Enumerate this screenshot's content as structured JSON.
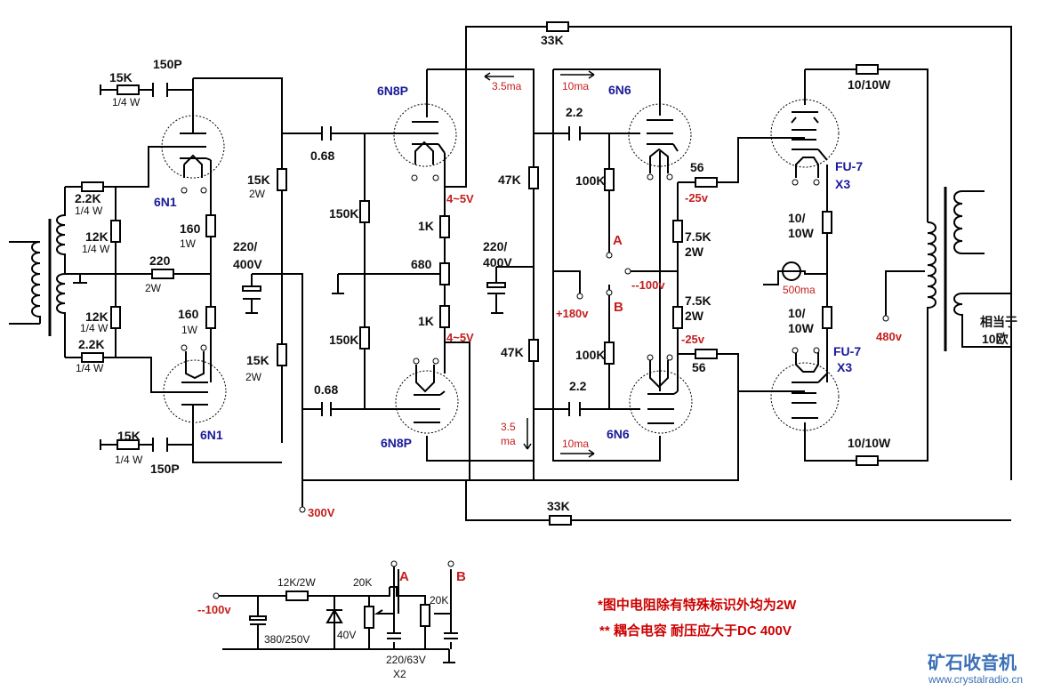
{
  "title": "6N1 / 6N8P / 6N6 / FU-7 push-pull amplifier schematic",
  "input_stage": {
    "tube": "6N1",
    "grid_stopper_top": {
      "value": "15K",
      "power": "1/4 W"
    },
    "cap_top": "150P",
    "grid_stopper_bottom": {
      "value": "15K",
      "power": "1/4 W"
    },
    "cap_bottom": "150P",
    "grid_r_top": {
      "value": "2.2K",
      "power": "1/4 W"
    },
    "grid_leak_top": {
      "value": "12K",
      "power": "1/4 W"
    },
    "grid_leak_bottom": {
      "value": "12K",
      "power": "1/4 W"
    },
    "grid_r_bottom": {
      "value": "2.2K",
      "power": "1/4 W"
    },
    "cathode_shared": {
      "value": "220",
      "power": "2W"
    },
    "cathode_top": {
      "value": "160",
      "power": "1W"
    },
    "cathode_bottom": {
      "value": "160",
      "power": "1W"
    },
    "plate_load_top": {
      "value": "15K",
      "power": "2W"
    },
    "plate_load_bottom": {
      "value": "15K",
      "power": "2W"
    },
    "decoupling_cap": {
      "line1": "220/",
      "line2": "400V"
    }
  },
  "driver_stage": {
    "tube": "6N8P",
    "coupling_cap_top": "0.68",
    "coupling_cap_bottom": "0.68",
    "grid_leak_top": "150K",
    "grid_leak_bottom": "150K",
    "cathode_top": "1K",
    "cathode_pot": "680",
    "cathode_bottom": "1K",
    "cathode_voltage_top": "4~5V",
    "cathode_voltage_bottom": "4~5V",
    "plate_load_top": "47K",
    "plate_load_bottom": "47K",
    "current_top": "3.5ma",
    "current_bottom": {
      "line1": "3.5",
      "line2": "ma"
    },
    "decoupling_cap": {
      "line1": "220/",
      "line2": "400V"
    },
    "supply": "300V"
  },
  "cathode_follower": {
    "tube": "6N6",
    "coupling_cap_top": "2.2",
    "coupling_cap_bottom": "2.2",
    "grid_r_top": "100K",
    "grid_r_bottom": "100K",
    "point_a": "A",
    "point_b": "B",
    "supply_pos": "+180v",
    "supply_neg": "--100v",
    "cathode_r_top": {
      "value": "7.5K",
      "power": "2W"
    },
    "cathode_r_bottom": {
      "value": "7.5K",
      "power": "2W"
    },
    "cathode_voltage_top": "-25v",
    "cathode_voltage_bottom": "-25v",
    "grid_stopper_top": "56",
    "grid_stopper_bottom": "56",
    "current_top": "10ma",
    "current_bottom": "10ma"
  },
  "output_stage": {
    "tube_top": {
      "name": "FU-7",
      "qty": "X3"
    },
    "tube_bottom": {
      "name": "FU-7",
      "qty": "X3"
    },
    "plate_r_top": "10/10W",
    "plate_r_bottom": "10/10W",
    "cathode_r_top": {
      "line1": "10/",
      "line2": "10W"
    },
    "cathode_r_bottom": {
      "line1": "10/",
      "line2": "10W"
    },
    "meter": "500ma",
    "b_plus": "480v",
    "output_note": {
      "line1": "相当于",
      "line2": "10欧"
    }
  },
  "feedback": {
    "top": "33K",
    "bottom": "33K"
  },
  "bias_supply": {
    "input": "--100v",
    "filter_cap": "380/250V",
    "series_r": "12K/2W",
    "zener": "40V",
    "pot_a": "20K",
    "pot_b": "20K",
    "out_a": "A",
    "out_b": "B",
    "caps": {
      "line1": "220/63V",
      "line2": "X2"
    }
  },
  "notes": {
    "note1": "*图中电阻除有特殊标识外均为2W",
    "note2": "** 耦合电容 耐压应大于DC 400V"
  },
  "watermark": {
    "brand": "矿石收音机",
    "url": "www.crystalradio.cn"
  }
}
